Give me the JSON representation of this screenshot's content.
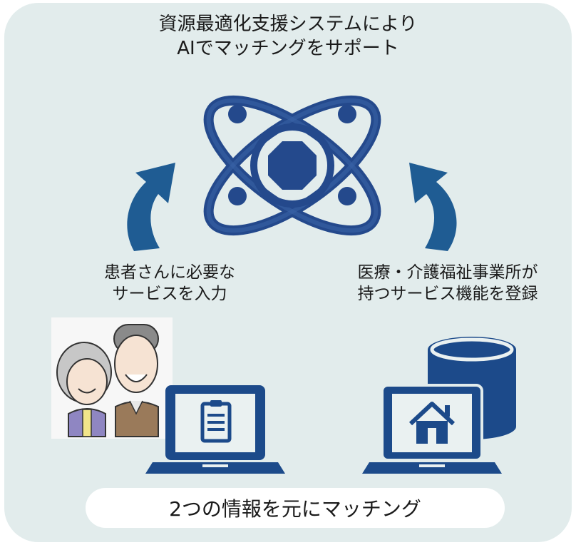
{
  "header": {
    "line1": "資源最適化支援システムにより",
    "line2": "AIでマッチングをサポート"
  },
  "left": {
    "line1": "患者さんに必要な",
    "line2": "サービスを入力"
  },
  "right": {
    "line1": "医療・介護福祉事業所が",
    "line2": "持つサービス機能を登録"
  },
  "footer": {
    "label": "2つの情報を元にマッチング"
  },
  "colors": {
    "panel": "#e2ecec",
    "accent": "#1f5c93",
    "dark_blue": "#1c4a8a",
    "node_fill": "#24498c"
  },
  "icons": [
    "atom-ai-icon",
    "arrow-up-icon",
    "laptop-icon",
    "clipboard-icon",
    "house-icon",
    "database-icon",
    "elderly-couple-illustration"
  ]
}
